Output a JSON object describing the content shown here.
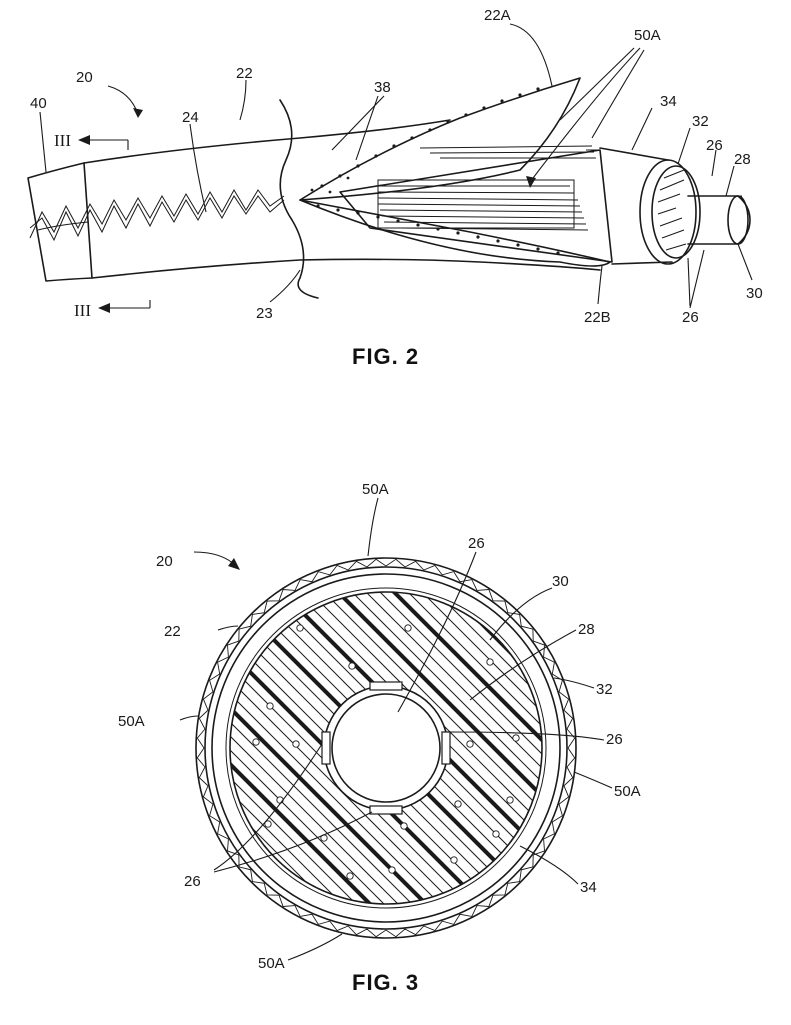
{
  "fig2": {
    "caption": "FIG. 2",
    "labels": {
      "l20": "20",
      "l40": "40",
      "l22": "22",
      "l24": "24",
      "l38": "38",
      "l22A": "22A",
      "l50A": "50A",
      "l34": "34",
      "l32": "32",
      "l26a": "26",
      "l28": "28",
      "l30": "30",
      "l26b": "26",
      "l22B": "22B",
      "l23": "23",
      "sectionTop": "III",
      "sectionBottom": "III"
    }
  },
  "fig3": {
    "caption": "FIG. 3",
    "labels": {
      "l50Atop": "50A",
      "l20": "20",
      "l26top": "26",
      "l30": "30",
      "l22": "22",
      "l28": "28",
      "l32": "32",
      "l50Aleft": "50A",
      "l26right": "26",
      "l50Aright": "50A",
      "l26bottom": "26",
      "l34": "34",
      "l50Abottom": "50A"
    }
  }
}
